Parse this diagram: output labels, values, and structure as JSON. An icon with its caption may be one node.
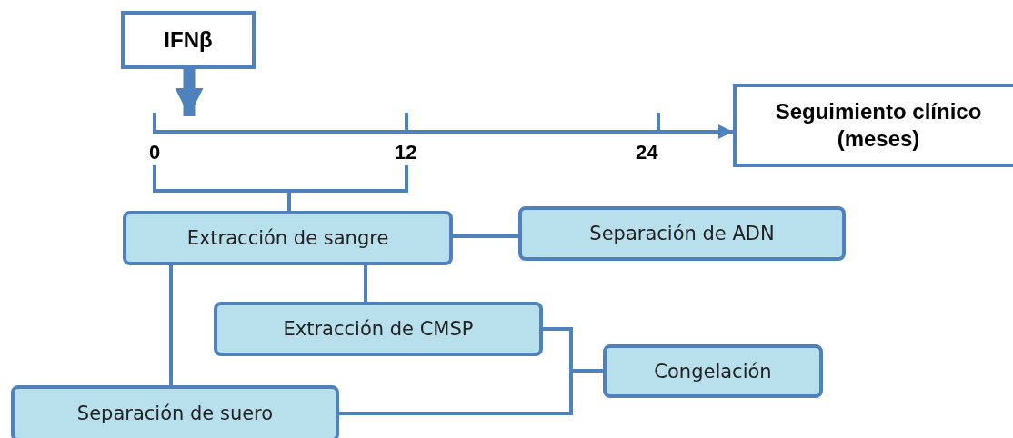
{
  "diagram": {
    "nodes": [
      {
        "text": [
          "IFNβ"
        ]
      },
      {
        "text": [
          "Seguimiento clínico (meses)"
        ]
      },
      {
        "text": [
          "Extracción de sangre"
        ]
      },
      {
        "text": [
          "Separación de ADN"
        ]
      },
      {
        "text": [
          "Extracción de CMSP"
        ]
      },
      {
        "text": [
          "Congelación"
        ]
      },
      {
        "text": [
          "Separación de suero"
        ]
      }
    ],
    "edges": [
      {
        "from": 0,
        "to": null,
        "arrow": "to",
        "style": "thick"
      },
      {
        "from": null,
        "to": 1,
        "arrow": "to"
      },
      {
        "from": null,
        "to": 2,
        "arrow": "none"
      },
      {
        "from": 2,
        "to": 3,
        "arrow": "none"
      },
      {
        "from": 2,
        "to": 4,
        "arrow": "none"
      },
      {
        "from": 2,
        "to": 6,
        "arrow": "none"
      },
      {
        "from": 4,
        "to": 5,
        "arrow": "none"
      },
      {
        "from": 6,
        "to": 5,
        "arrow": "none"
      }
    ],
    "labels": [
      "0",
      "12",
      "24"
    ]
  }
}
